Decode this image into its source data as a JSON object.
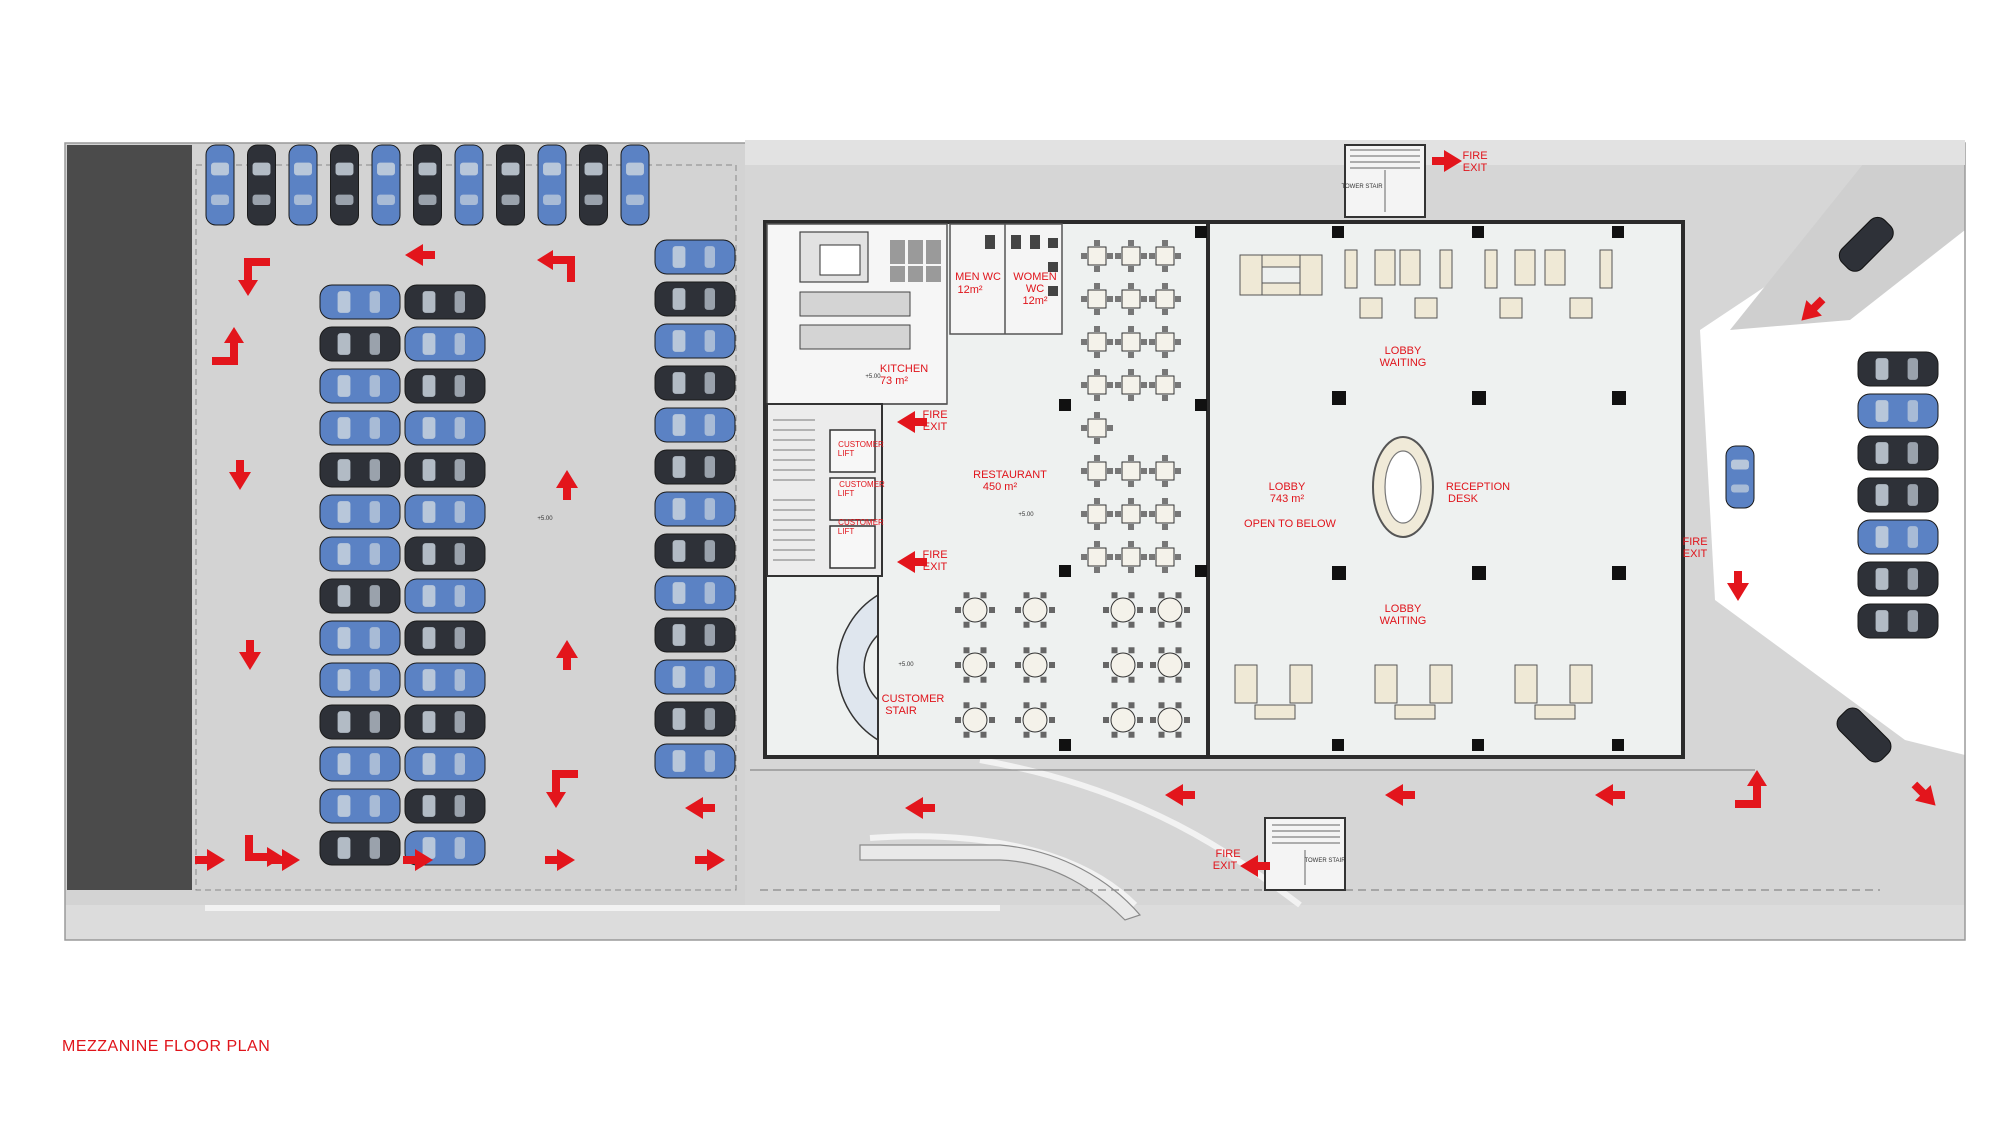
{
  "title": "MEZZANINE FLOOR PLAN",
  "colors": {
    "label": "#e0141b",
    "arrow": "#e3151c",
    "pavement": "#d3d3d3",
    "building_floor": "#eef1f0",
    "wall": "#2b2b2b",
    "car_blue": "#5b82c4",
    "car_dark": "#2e3138",
    "dark_strip": "#4b4b4b"
  },
  "rooms": {
    "men_wc": "MEN WC",
    "men_wc_area": "12m²",
    "women_wc": "WOMEN",
    "women_wc_2": "WC",
    "women_wc_area": "12m²",
    "kitchen": "KITCHEN",
    "kitchen_area": "73 m²",
    "restaurant": "RESTAURANT",
    "restaurant_area": "450 m²",
    "lobby": "LOBBY",
    "lobby_area": "743 m²",
    "open_to_below": "OPEN TO BELOW",
    "reception": "RECEPTION",
    "reception_2": "DESK",
    "lobby_waiting_top": "LOBBY",
    "lobby_waiting_top_2": "WAITING",
    "lobby_waiting_bottom": "LOBBY",
    "lobby_waiting_bottom_2": "WAITING",
    "customer_stair": "CUSTOMER",
    "customer_stair_2": "STAIR",
    "customer_lift_1": "CUSTOMER",
    "customer_lift_1b": "LIFT",
    "customer_lift_2": "CUSTOMER",
    "customer_lift_2b": "LIFT",
    "customer_lift_3": "CUSTOMER",
    "customer_lift_3b": "LIFT"
  },
  "fire_exits": {
    "top_line1": "FIRE",
    "top_line2": "EXIT",
    "kitchen_line1": "FIRE",
    "kitchen_line2": "EXIT",
    "stair_line1": "FIRE",
    "stair_line2": "EXIT",
    "bottom_line1": "FIRE",
    "bottom_line2": "EXIT",
    "east_line1": "FIRE",
    "east_line2": "EXIT"
  },
  "level_marks": {
    "parking": "+5.00",
    "kitchen": "+5.00",
    "restaurant": "+5.00",
    "stair": "+5.00"
  },
  "stair_tags": {
    "north": "TOWER STAIR",
    "south": "TOWER STAIR"
  }
}
